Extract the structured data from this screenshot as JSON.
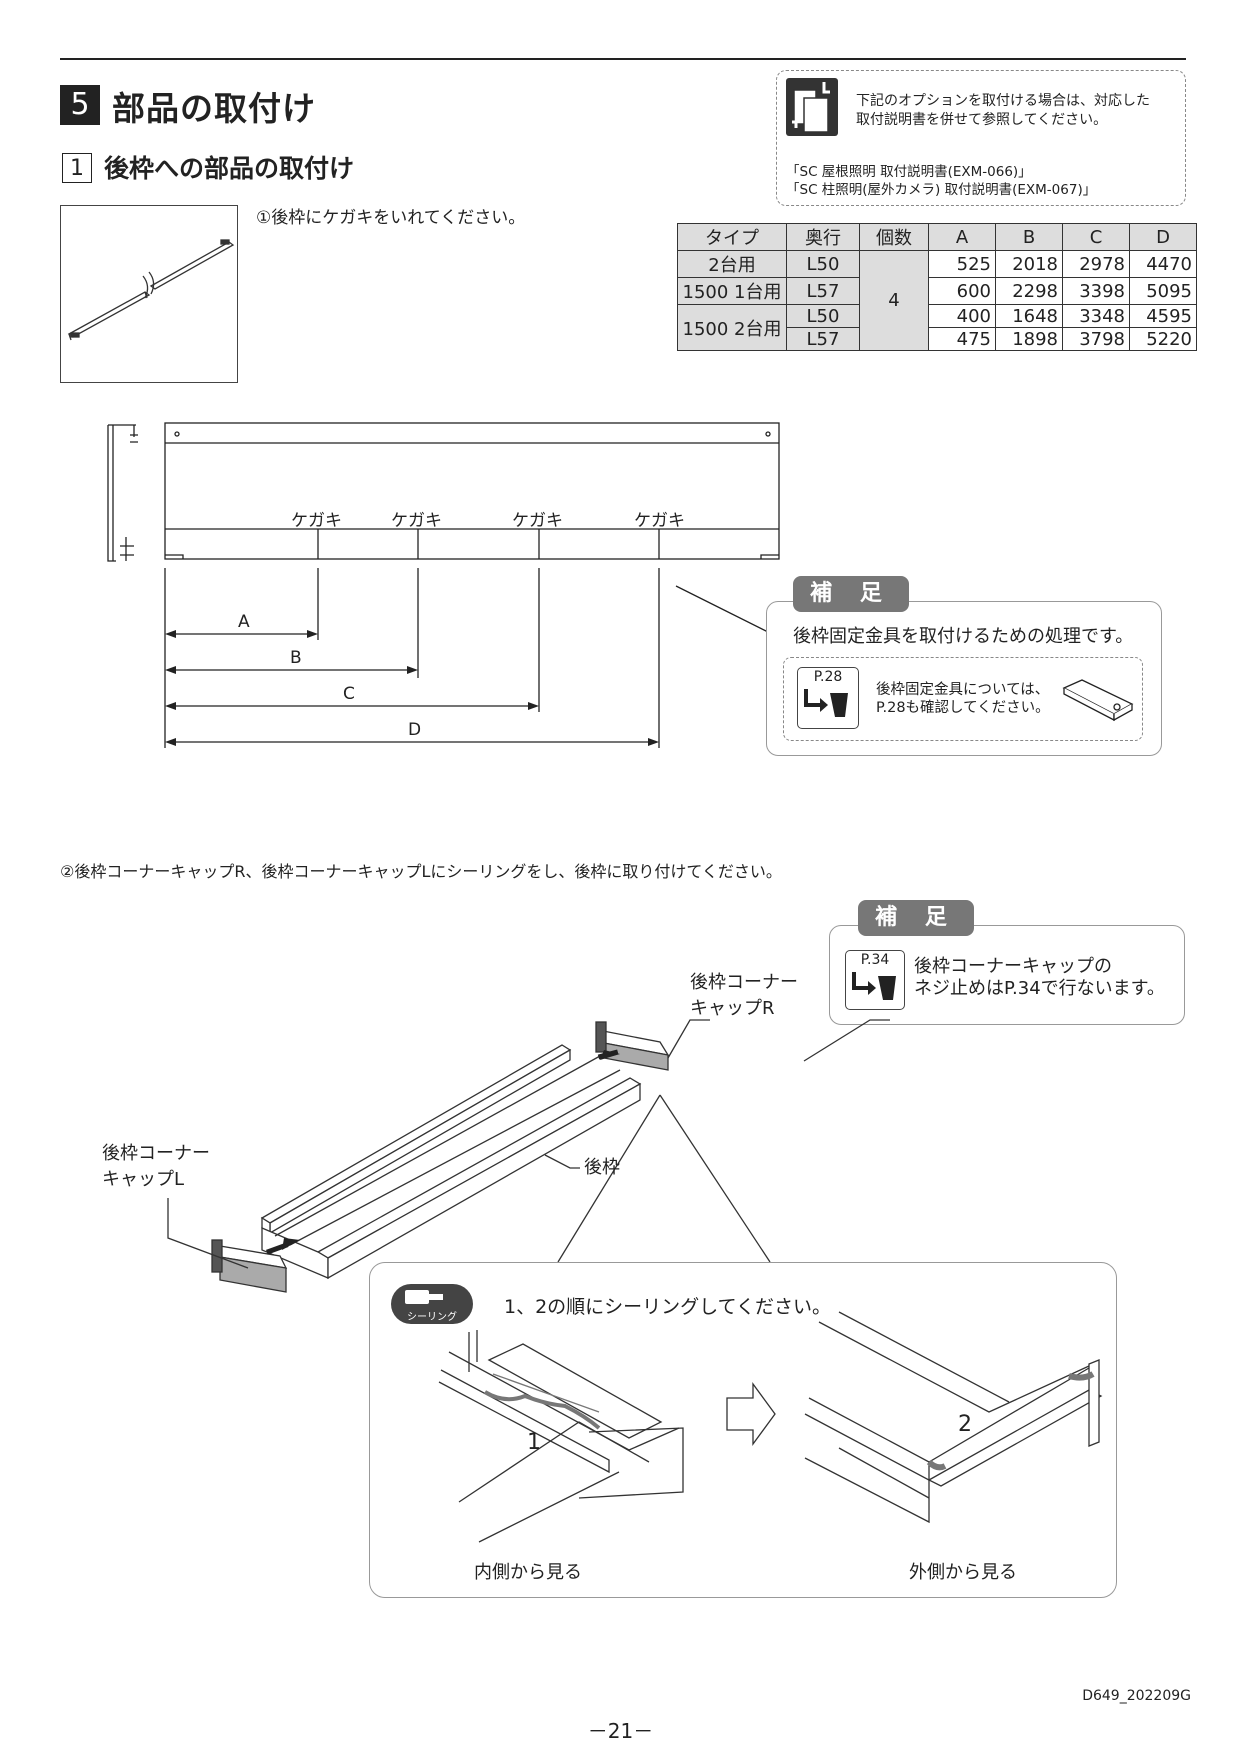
{
  "section": {
    "number": "5",
    "title": "部品の取付け"
  },
  "subsection": {
    "number": "1",
    "title": "後枠への部品の取付け"
  },
  "note": {
    "text_line1": "下記のオプションを取付ける場合は、対応した",
    "text_line2": "取付説明書を併せて参照してください。",
    "ref1": "「SC 屋根照明 取付説明書(EXM-066)」",
    "ref2": "「SC 柱照明(屋外カメラ) 取付説明書(EXM-067)」"
  },
  "step1": "①後枠にケガキをいれてください。",
  "spec_table": {
    "headers": [
      "タイプ",
      "奥行",
      "個数",
      "A",
      "B",
      "C",
      "D"
    ],
    "types": [
      "2台用",
      "1500 1台用",
      "1500 2台用"
    ],
    "depths": [
      "L50",
      "L57",
      "L50",
      "L57"
    ],
    "count": "4",
    "rows": [
      [
        "525",
        "2018",
        "2978",
        "4470"
      ],
      [
        "600",
        "2298",
        "3398",
        "5095"
      ],
      [
        "400",
        "1648",
        "3348",
        "4595"
      ],
      [
        "475",
        "1898",
        "3798",
        "5220"
      ]
    ]
  },
  "diagram1": {
    "kegaki_labels": [
      "ケガキ",
      "ケガキ",
      "ケガキ",
      "ケガキ"
    ],
    "dim_labels": [
      "A",
      "B",
      "C",
      "D"
    ]
  },
  "supplement1": {
    "tag": "補 足",
    "text": "後枠固定金具を取付けるための処理です。",
    "ref_page": "P.28",
    "ref_line1": "後枠固定金具については、",
    "ref_line2": "P.28も確認してください。"
  },
  "step2": "②後枠コーナーキャップR、後枠コーナーキャップLにシーリングをし、後枠に取り付けてください。",
  "supplement2": {
    "tag": "補 足",
    "ref_page": "P.34",
    "line1": "後枠コーナーキャップの",
    "line2": "ネジ止めはP.34で行ないます。"
  },
  "diagram2": {
    "cap_r_line1": "後枠コーナー",
    "cap_r_line2": "キャップR",
    "cap_l_line1": "後枠コーナー",
    "cap_l_line2": "キャップL",
    "frame_label": "後枠"
  },
  "sealing": {
    "icon_text": "シーリング",
    "instruction": "1、2の順にシーリングしてください。",
    "label1": "1",
    "label2": "2",
    "inside": "内側から見る",
    "outside": "外側から見る"
  },
  "footer": {
    "code": "D649_202209G",
    "page": "－21－"
  }
}
